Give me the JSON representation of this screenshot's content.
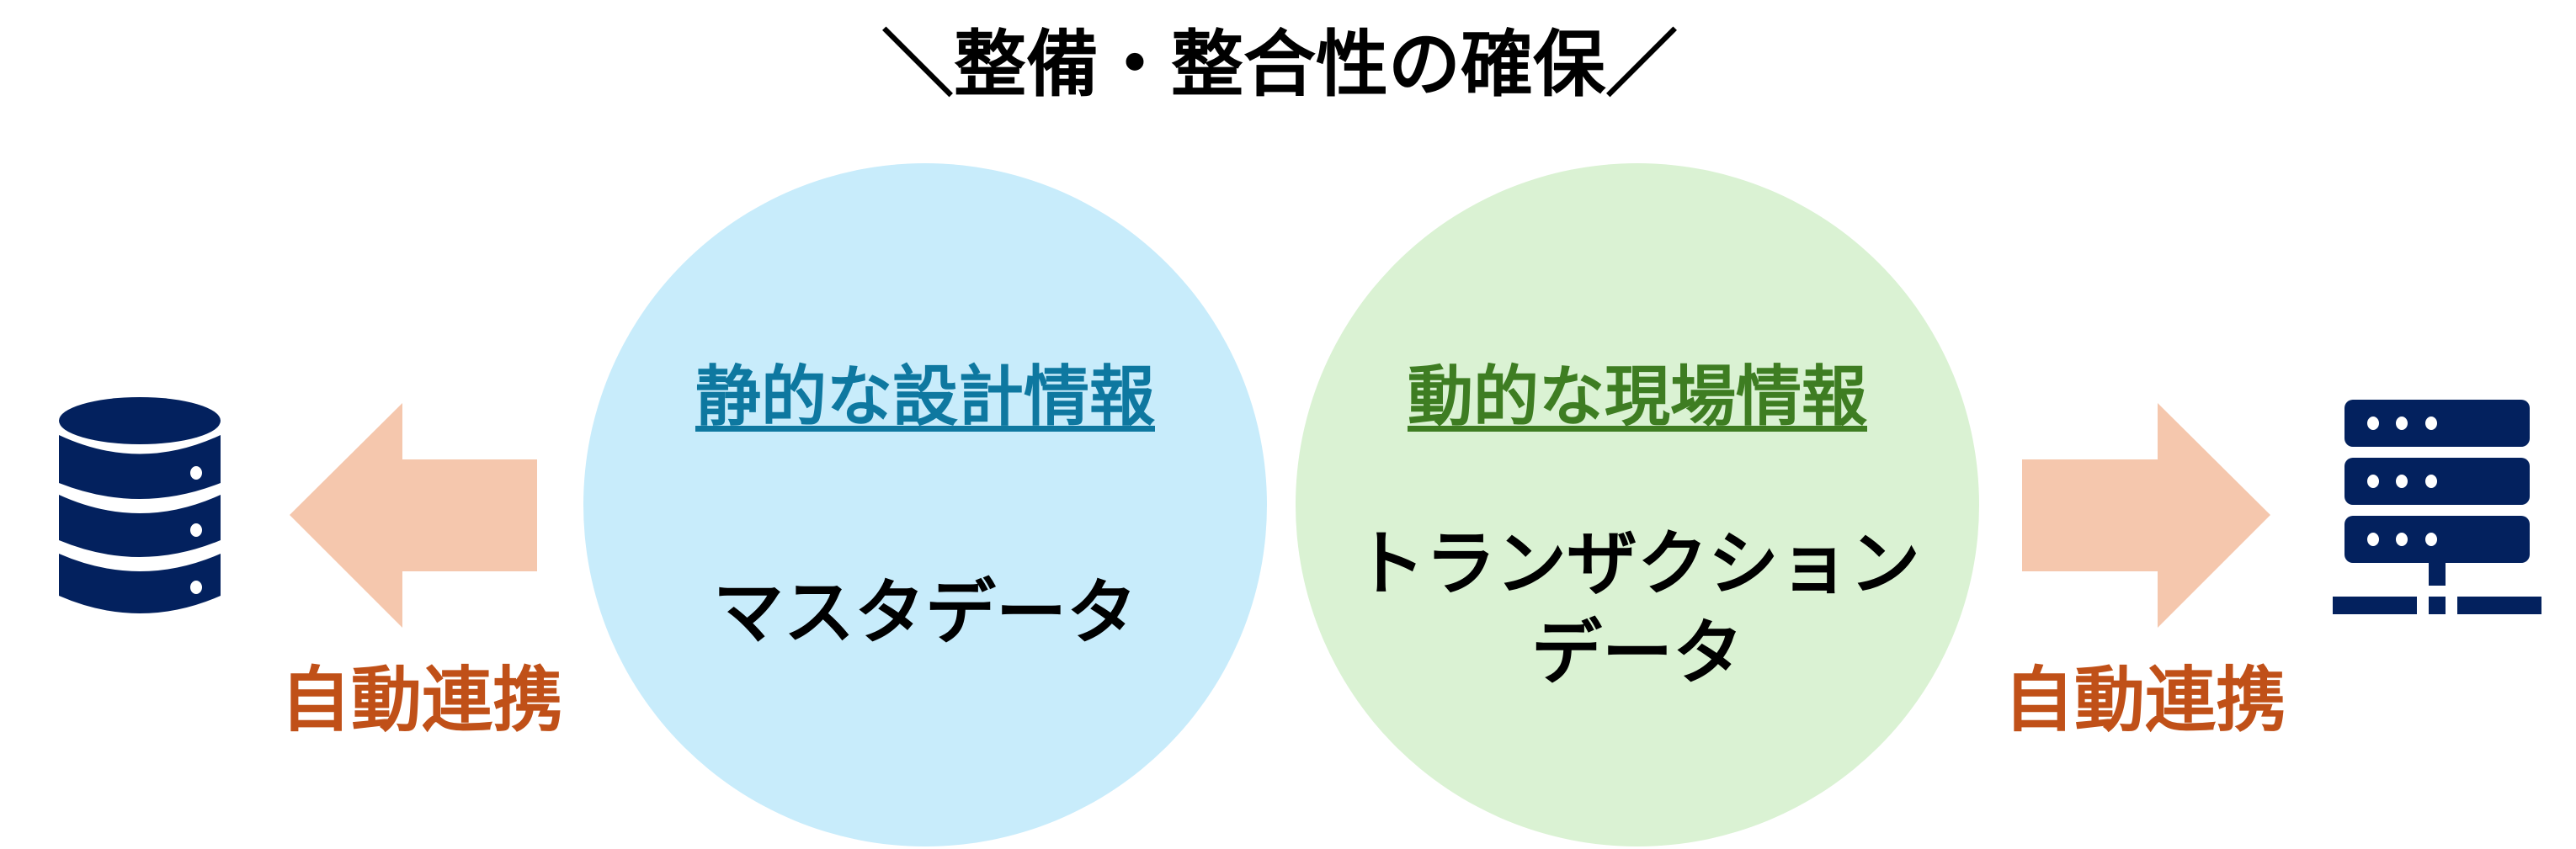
{
  "title": "＼整備・整合性の確保／",
  "left_circle": {
    "heading": "静的な設計情報",
    "label": "マスタデータ"
  },
  "right_circle": {
    "heading": "動的な現場情報",
    "label_line1": "トランザクション",
    "label_line2": "データ"
  },
  "left_sync_label": "自動連携",
  "right_sync_label": "自動連携",
  "colors": {
    "navy": "#03215e",
    "arrow": "#f5c7ad",
    "sync_text": "#c05018",
    "blue_circle": "#c8ecfb",
    "green_circle": "#daf2d3",
    "blue_heading": "#0e78a0",
    "green_heading": "#3e7d22"
  }
}
